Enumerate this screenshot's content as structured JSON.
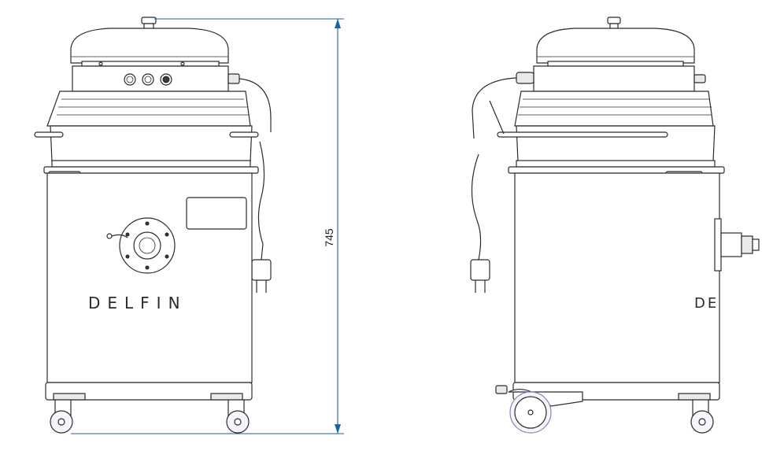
{
  "dimension": {
    "height_label": "745"
  },
  "front_view": {
    "brand_label": "DELFIN"
  },
  "side_view": {
    "brand_label_partial": "DE"
  },
  "colors": {
    "dimension_line": "#1d5fa8",
    "outline": "#2b2b2b",
    "wheel_tire": "#b9b3d9"
  }
}
